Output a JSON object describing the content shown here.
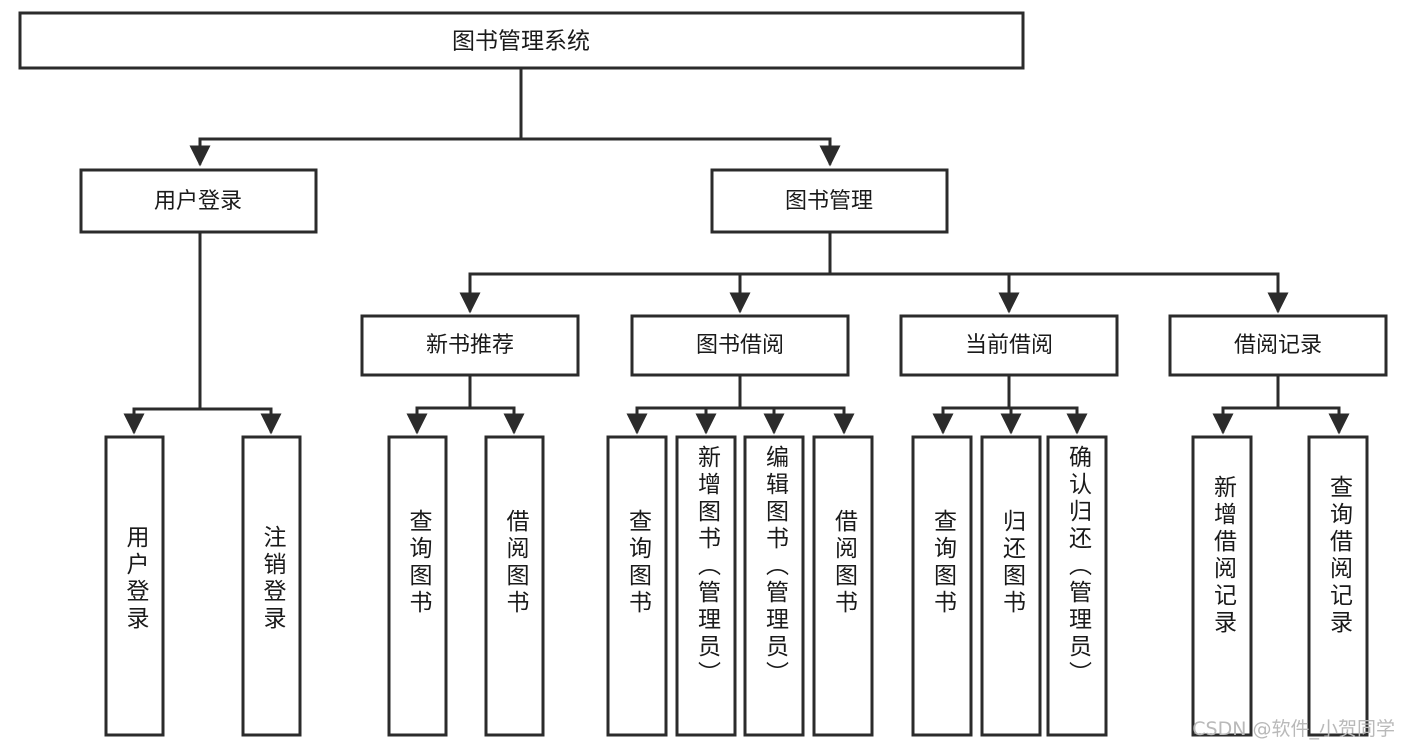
{
  "diagram": {
    "type": "tree",
    "title": "图书管理系统",
    "orientation": "top-down",
    "colors": {
      "stroke": "#2b2b2b",
      "fill": "#ffffff",
      "text": "#1a1a1a",
      "watermark": "#b9b9b9",
      "background": "#ffffff"
    },
    "watermark": "CSDN @软件_小贺同学",
    "root": {
      "id": "root",
      "label": "图书管理系统",
      "orientation": "horizontal"
    },
    "level2": [
      {
        "id": "user-login",
        "label": "用户登录",
        "orientation": "horizontal"
      },
      {
        "id": "book-manage",
        "label": "图书管理",
        "orientation": "horizontal"
      }
    ],
    "level3": [
      {
        "id": "new-book-recommend",
        "label": "新书推荐",
        "orientation": "horizontal",
        "parent": "book-manage"
      },
      {
        "id": "book-borrow",
        "label": "图书借阅",
        "orientation": "horizontal",
        "parent": "book-manage"
      },
      {
        "id": "current-borrow",
        "label": "当前借阅",
        "orientation": "horizontal",
        "parent": "book-manage"
      },
      {
        "id": "borrow-record",
        "label": "借阅记录",
        "orientation": "horizontal",
        "parent": "book-manage"
      }
    ],
    "leaves": [
      {
        "id": "leaf-user-login",
        "label": "用户登录",
        "parent": "user-login",
        "orientation": "vertical"
      },
      {
        "id": "leaf-logout-login",
        "label": "注销登录",
        "parent": "user-login",
        "orientation": "vertical"
      },
      {
        "id": "leaf-query-book-1",
        "label": "查询图书",
        "parent": "new-book-recommend",
        "orientation": "vertical"
      },
      {
        "id": "leaf-borrow-book-1",
        "label": "借阅图书",
        "parent": "new-book-recommend",
        "orientation": "vertical"
      },
      {
        "id": "leaf-query-book-2",
        "label": "查询图书",
        "parent": "book-borrow",
        "orientation": "vertical"
      },
      {
        "id": "leaf-add-book",
        "label": "新增图书（管理员）",
        "parent": "book-borrow",
        "orientation": "vertical"
      },
      {
        "id": "leaf-edit-book",
        "label": "编辑图书（管理员）",
        "parent": "book-borrow",
        "orientation": "vertical"
      },
      {
        "id": "leaf-borrow-book-2",
        "label": "借阅图书",
        "parent": "book-borrow",
        "orientation": "vertical"
      },
      {
        "id": "leaf-query-book-3",
        "label": "查询图书",
        "parent": "current-borrow",
        "orientation": "vertical"
      },
      {
        "id": "leaf-return-book",
        "label": "归还图书",
        "parent": "current-borrow",
        "orientation": "vertical"
      },
      {
        "id": "leaf-confirm-return",
        "label": "确认归还（管理员）",
        "parent": "current-borrow",
        "orientation": "vertical"
      },
      {
        "id": "leaf-add-record",
        "label": "新增借阅记录",
        "parent": "borrow-record",
        "orientation": "vertical"
      },
      {
        "id": "leaf-query-record",
        "label": "查询借阅记录",
        "parent": "borrow-record",
        "orientation": "vertical"
      }
    ]
  }
}
